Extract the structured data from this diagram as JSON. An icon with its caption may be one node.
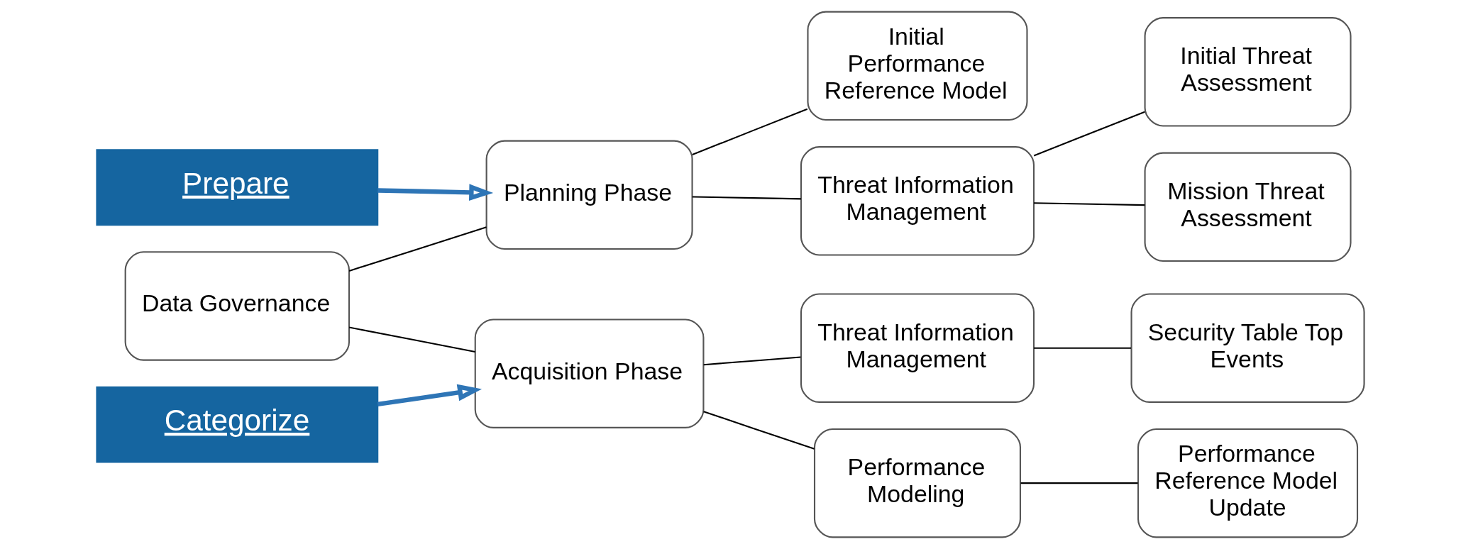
{
  "diagram": {
    "nodes": [
      {
        "text": [
          "Prepare"
        ]
      },
      {
        "text": [
          "Categorize"
        ]
      },
      {
        "text": [
          "Data Governance"
        ]
      },
      {
        "text": [
          "Planning Phase"
        ]
      },
      {
        "text": [
          "Acquisition Phase"
        ]
      },
      {
        "text": [
          "Initial Performance Reference Model"
        ]
      },
      {
        "text": [
          "Threat Information Management"
        ]
      },
      {
        "text": [
          "Initial Threat Assessment"
        ]
      },
      {
        "text": [
          "Mission Threat Assessment"
        ]
      },
      {
        "text": [
          "Threat Information Management"
        ]
      },
      {
        "text": [
          "Performance Modeling"
        ]
      },
      {
        "text": [
          "Security Table Top Events"
        ]
      },
      {
        "text": [
          "Performance Reference Model Update"
        ]
      }
    ],
    "edges": [
      {
        "from": 0,
        "to": 3,
        "arrow": "to",
        "style": "thick",
        "color": "#2e75b6"
      },
      {
        "from": 1,
        "to": 4,
        "arrow": "to",
        "style": "thick",
        "color": "#2e75b6"
      },
      {
        "from": 2,
        "to": 3,
        "arrow": "none"
      },
      {
        "from": 2,
        "to": 4,
        "arrow": "none"
      },
      {
        "from": 3,
        "to": 5,
        "arrow": "none"
      },
      {
        "from": 3,
        "to": 6,
        "arrow": "none"
      },
      {
        "from": 6,
        "to": 7,
        "arrow": "none"
      },
      {
        "from": 6,
        "to": 8,
        "arrow": "none"
      },
      {
        "from": 4,
        "to": 9,
        "arrow": "none"
      },
      {
        "from": 4,
        "to": 10,
        "arrow": "none"
      },
      {
        "from": 9,
        "to": 11,
        "arrow": "none"
      },
      {
        "from": 10,
        "to": 12,
        "arrow": "none"
      }
    ]
  }
}
